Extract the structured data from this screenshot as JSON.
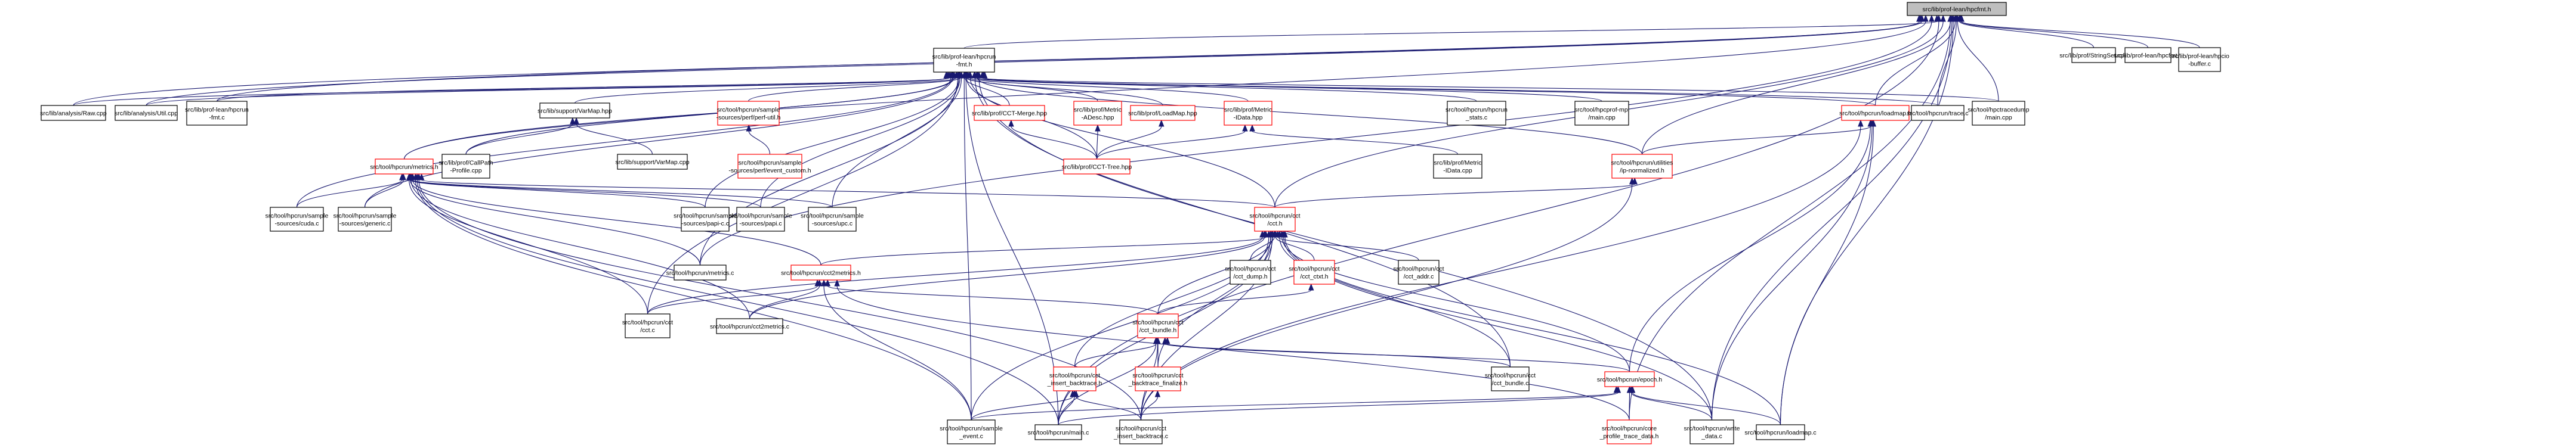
{
  "diagram": {
    "title": "src/lib/prof-lean/hpcfmt.h",
    "type": "include-dependency-graph",
    "colors": {
      "edge": "#191970",
      "root_fill": "#bfbfbf",
      "node_fill": "#ffffff",
      "node_border": "#000000",
      "truncated_border": "#ff0000"
    },
    "nodes": [
      {
        "id": "hpcfmt_h",
        "lines": [
          "src/lib/prof-lean/hpcfmt.h"
        ],
        "kind": "root"
      },
      {
        "id": "hpcrun_fmt_h",
        "lines": [
          "src/lib/prof-lean/hpcrun",
          "-fmt.h"
        ],
        "kind": "normal"
      },
      {
        "id": "raw_cpp",
        "lines": [
          "src/lib/analysis/Raw.cpp"
        ],
        "kind": "normal"
      },
      {
        "id": "util_cpp",
        "lines": [
          "src/lib/analysis/Util.cpp"
        ],
        "kind": "normal"
      },
      {
        "id": "hpcrun_fmt_c",
        "lines": [
          "src/lib/prof-lean/hpcrun",
          "-fmt.c"
        ],
        "kind": "normal"
      },
      {
        "id": "varmap_hpp",
        "lines": [
          "src/lib/support/VarMap.hpp"
        ],
        "kind": "normal"
      },
      {
        "id": "perf_util_h",
        "lines": [
          "src/tool/hpcrun/sample",
          "-sources/perf/perf-util.h"
        ],
        "kind": "truncated"
      },
      {
        "id": "cct_merge_hpp",
        "lines": [
          "src/lib/prof/CCT-Merge.hpp"
        ],
        "kind": "truncated"
      },
      {
        "id": "metric_adesc_hpp",
        "lines": [
          "src/lib/prof/Metric",
          "-ADesc.hpp"
        ],
        "kind": "truncated"
      },
      {
        "id": "loadmap_hpp",
        "lines": [
          "src/lib/prof/LoadMap.hpp"
        ],
        "kind": "truncated"
      },
      {
        "id": "metric_idata_hpp",
        "lines": [
          "src/lib/prof/Metric",
          "-IData.hpp"
        ],
        "kind": "truncated"
      },
      {
        "id": "hpcrun_stats_c",
        "lines": [
          "src/tool/hpcrun/hpcrun",
          "_stats.c"
        ],
        "kind": "normal"
      },
      {
        "id": "hpcprof_mpi_main",
        "lines": [
          "src/tool/hpcprof-mpi",
          "/main.cpp"
        ],
        "kind": "normal"
      },
      {
        "id": "loadmap_h",
        "lines": [
          "src/tool/hpcrun/loadmap.h"
        ],
        "kind": "truncated"
      },
      {
        "id": "trace_c",
        "lines": [
          "src/tool/hpcrun/trace.c"
        ],
        "kind": "normal"
      },
      {
        "id": "hpctracedump_main",
        "lines": [
          "src/tool/hpctracedump",
          "/main.cpp"
        ],
        "kind": "normal"
      },
      {
        "id": "stringset_cpp",
        "lines": [
          "src/lib/prof/StringSet.cpp"
        ],
        "kind": "normal"
      },
      {
        "id": "hpcfmt_c",
        "lines": [
          "src/lib/prof-lean/hpcfmt.c"
        ],
        "kind": "normal"
      },
      {
        "id": "hpcio_buffer_c",
        "lines": [
          "src/lib/prof-lean/hpcio",
          "-buffer.c"
        ],
        "kind": "normal"
      },
      {
        "id": "metrics_h",
        "lines": [
          "src/tool/hpcrun/metrics.h"
        ],
        "kind": "truncated"
      },
      {
        "id": "callpath_profile_cpp",
        "lines": [
          "src/lib/prof/CallPath",
          "-Profile.cpp"
        ],
        "kind": "normal"
      },
      {
        "id": "varmap_cpp",
        "lines": [
          "src/lib/support/VarMap.cpp"
        ],
        "kind": "normal"
      },
      {
        "id": "perf_event_custom_h",
        "lines": [
          "src/tool/hpcrun/sample",
          "-sources/perf/event_custom.h"
        ],
        "kind": "truncated"
      },
      {
        "id": "cct_tree_hpp",
        "lines": [
          "src/lib/prof/CCT-Tree.hpp"
        ],
        "kind": "truncated"
      },
      {
        "id": "metric_idata_cpp",
        "lines": [
          "src/lib/prof/Metric",
          "-IData.cpp"
        ],
        "kind": "normal"
      },
      {
        "id": "ip_normalized_h",
        "lines": [
          "src/tool/hpcrun/utilities",
          "/ip-normalized.h"
        ],
        "kind": "truncated"
      },
      {
        "id": "cuda_c",
        "lines": [
          "src/tool/hpcrun/sample",
          "-sources/cuda.c"
        ],
        "kind": "normal"
      },
      {
        "id": "generic_c",
        "lines": [
          "src/tool/hpcrun/sample",
          "-sources/generic.c"
        ],
        "kind": "normal"
      },
      {
        "id": "papi_c_c",
        "lines": [
          "src/tool/hpcrun/sample",
          "-sources/papi-c.c"
        ],
        "kind": "normal"
      },
      {
        "id": "papi_c",
        "lines": [
          "src/tool/hpcrun/sample",
          "-sources/papi.c"
        ],
        "kind": "normal"
      },
      {
        "id": "upc_c",
        "lines": [
          "src/tool/hpcrun/sample",
          "-sources/upc.c"
        ],
        "kind": "normal"
      },
      {
        "id": "cct_h",
        "lines": [
          "src/tool/hpcrun/cct",
          "/cct.h"
        ],
        "kind": "truncated"
      },
      {
        "id": "metrics_c",
        "lines": [
          "src/tool/hpcrun/metrics.c"
        ],
        "kind": "normal"
      },
      {
        "id": "cct2metrics_h",
        "lines": [
          "src/tool/hpcrun/cct2metrics.h"
        ],
        "kind": "truncated"
      },
      {
        "id": "cct_dump_h",
        "lines": [
          "src/tool/hpcrun/cct",
          "/cct_dump.h"
        ],
        "kind": "normal"
      },
      {
        "id": "cct_ctxt_h",
        "lines": [
          "src/tool/hpcrun/cct",
          "/cct_ctxt.h"
        ],
        "kind": "truncated"
      },
      {
        "id": "cct_addr_c",
        "lines": [
          "src/tool/hpcrun/cct",
          "/cct_addr.c"
        ],
        "kind": "normal"
      },
      {
        "id": "cct_c",
        "lines": [
          "src/tool/hpcrun/cct",
          "/cct.c"
        ],
        "kind": "normal"
      },
      {
        "id": "cct2metrics_c",
        "lines": [
          "src/tool/hpcrun/cct2metrics.c"
        ],
        "kind": "normal"
      },
      {
        "id": "cct_bundle_h",
        "lines": [
          "src/tool/hpcrun/cct",
          "/cct_bundle.h"
        ],
        "kind": "truncated"
      },
      {
        "id": "cct_insert_backtrace_h",
        "lines": [
          "src/tool/hpcrun/cct",
          "_insert_backtrace.h"
        ],
        "kind": "truncated"
      },
      {
        "id": "cct_backtrace_finalize_h",
        "lines": [
          "src/tool/hpcrun/cct",
          "_backtrace_finalize.h"
        ],
        "kind": "truncated"
      },
      {
        "id": "cct_bundle_c",
        "lines": [
          "src/tool/hpcrun/cct",
          "/cct_bundle.c"
        ],
        "kind": "normal"
      },
      {
        "id": "epoch_h",
        "lines": [
          "src/tool/hpcrun/epoch.h"
        ],
        "kind": "truncated"
      },
      {
        "id": "sample_event_c",
        "lines": [
          "src/tool/hpcrun/sample",
          "_event.c"
        ],
        "kind": "normal"
      },
      {
        "id": "main_c",
        "lines": [
          "src/tool/hpcrun/main.c"
        ],
        "kind": "normal"
      },
      {
        "id": "cct_insert_backtrace_c",
        "lines": [
          "src/tool/hpcrun/cct",
          "_insert_backtrace.c"
        ],
        "kind": "normal"
      },
      {
        "id": "core_profile_trace_data_h",
        "lines": [
          "src/tool/hpcrun/core",
          "_profile_trace_data.h"
        ],
        "kind": "truncated"
      },
      {
        "id": "write_data_c",
        "lines": [
          "src/tool/hpcrun/write",
          "_data.c"
        ],
        "kind": "normal"
      },
      {
        "id": "loadmap_c",
        "lines": [
          "src/tool/hpcrun/loadmap.c"
        ],
        "kind": "normal"
      }
    ],
    "edges": [
      [
        "hpcrun_fmt_h",
        "hpcfmt_h"
      ],
      [
        "raw_cpp",
        "hpcfmt_h"
      ],
      [
        "util_cpp",
        "hpcfmt_h"
      ],
      [
        "hpcrun_fmt_c",
        "hpcfmt_h"
      ],
      [
        "loadmap_h",
        "hpcfmt_h"
      ],
      [
        "trace_c",
        "hpcfmt_h"
      ],
      [
        "hpctracedump_main",
        "hpcfmt_h"
      ],
      [
        "stringset_cpp",
        "hpcfmt_h"
      ],
      [
        "hpcfmt_c",
        "hpcfmt_h"
      ],
      [
        "hpcio_buffer_c",
        "hpcfmt_h"
      ],
      [
        "metrics_h",
        "hpcfmt_h"
      ],
      [
        "cct_h",
        "hpcfmt_h"
      ],
      [
        "ip_normalized_h",
        "hpcfmt_h"
      ],
      [
        "metrics_c",
        "hpcfmt_h"
      ],
      [
        "write_data_c",
        "hpcfmt_h"
      ],
      [
        "loadmap_c",
        "hpcfmt_h"
      ],
      [
        "core_profile_trace_data_h",
        "hpcfmt_h"
      ],
      [
        "main_c",
        "hpcfmt_h"
      ],
      [
        "raw_cpp",
        "hpcrun_fmt_h"
      ],
      [
        "util_cpp",
        "hpcrun_fmt_h"
      ],
      [
        "hpcrun_fmt_c",
        "hpcrun_fmt_h"
      ],
      [
        "varmap_hpp",
        "hpcrun_fmt_h"
      ],
      [
        "perf_util_h",
        "hpcrun_fmt_h"
      ],
      [
        "cct_merge_hpp",
        "hpcrun_fmt_h"
      ],
      [
        "metric_adesc_hpp",
        "hpcrun_fmt_h"
      ],
      [
        "loadmap_hpp",
        "hpcrun_fmt_h"
      ],
      [
        "metric_idata_hpp",
        "hpcrun_fmt_h"
      ],
      [
        "hpcrun_stats_c",
        "hpcrun_fmt_h"
      ],
      [
        "hpcprof_mpi_main",
        "hpcrun_fmt_h"
      ],
      [
        "loadmap_h",
        "hpcrun_fmt_h"
      ],
      [
        "trace_c",
        "hpcrun_fmt_h"
      ],
      [
        "hpctracedump_main",
        "hpcrun_fmt_h"
      ],
      [
        "metrics_h",
        "hpcrun_fmt_h"
      ],
      [
        "callpath_profile_cpp",
        "hpcrun_fmt_h"
      ],
      [
        "cct_tree_hpp",
        "hpcrun_fmt_h"
      ],
      [
        "cct_h",
        "hpcrun_fmt_h"
      ],
      [
        "cuda_c",
        "hpcrun_fmt_h"
      ],
      [
        "generic_c",
        "hpcrun_fmt_h"
      ],
      [
        "papi_c_c",
        "hpcrun_fmt_h"
      ],
      [
        "papi_c",
        "hpcrun_fmt_h"
      ],
      [
        "upc_c",
        "hpcrun_fmt_h"
      ],
      [
        "metrics_c",
        "hpcrun_fmt_h"
      ],
      [
        "ip_normalized_h",
        "hpcrun_fmt_h"
      ],
      [
        "sample_event_c",
        "hpcrun_fmt_h"
      ],
      [
        "main_c",
        "hpcrun_fmt_h"
      ],
      [
        "write_data_c",
        "hpcrun_fmt_h"
      ],
      [
        "cct_bundle_c",
        "hpcrun_fmt_h"
      ],
      [
        "cct_c",
        "hpcrun_fmt_h"
      ],
      [
        "callpath_profile_cpp",
        "varmap_hpp"
      ],
      [
        "varmap_cpp",
        "varmap_hpp"
      ],
      [
        "perf_event_custom_h",
        "perf_util_h"
      ],
      [
        "cct_tree_hpp",
        "cct_merge_hpp"
      ],
      [
        "cct_tree_hpp",
        "metric_adesc_hpp"
      ],
      [
        "cct_tree_hpp",
        "loadmap_hpp"
      ],
      [
        "cct_tree_hpp",
        "metric_idata_hpp"
      ],
      [
        "metric_idata_cpp",
        "metric_idata_hpp"
      ],
      [
        "ip_normalized_h",
        "loadmap_h"
      ],
      [
        "epoch_h",
        "loadmap_h"
      ],
      [
        "loadmap_c",
        "loadmap_h"
      ],
      [
        "write_data_c",
        "loadmap_h"
      ],
      [
        "cct_insert_backtrace_c",
        "loadmap_h"
      ],
      [
        "cct_h",
        "ip_normalized_h"
      ],
      [
        "cct_insert_backtrace_c",
        "ip_normalized_h"
      ],
      [
        "cuda_c",
        "metrics_h"
      ],
      [
        "generic_c",
        "metrics_h"
      ],
      [
        "papi_c_c",
        "metrics_h"
      ],
      [
        "papi_c",
        "metrics_h"
      ],
      [
        "upc_c",
        "metrics_h"
      ],
      [
        "metrics_c",
        "metrics_h"
      ],
      [
        "cct2metrics_h",
        "metrics_h"
      ],
      [
        "cct_c",
        "metrics_h"
      ],
      [
        "cct2metrics_c",
        "metrics_h"
      ],
      [
        "sample_event_c",
        "metrics_h"
      ],
      [
        "main_c",
        "metrics_h"
      ],
      [
        "cct_insert_backtrace_c",
        "metrics_h"
      ],
      [
        "cct_h",
        "metrics_h"
      ],
      [
        "cct2metrics_h",
        "cct_h"
      ],
      [
        "cct_dump_h",
        "cct_h"
      ],
      [
        "cct_ctxt_h",
        "cct_h"
      ],
      [
        "cct_addr_c",
        "cct_h"
      ],
      [
        "cct_c",
        "cct_h"
      ],
      [
        "cct_bundle_h",
        "cct_h"
      ],
      [
        "cct_insert_backtrace_h",
        "cct_h"
      ],
      [
        "cct_backtrace_finalize_h",
        "cct_h"
      ],
      [
        "cct_bundle_c",
        "cct_h"
      ],
      [
        "epoch_h",
        "cct_h"
      ],
      [
        "sample_event_c",
        "cct_h"
      ],
      [
        "main_c",
        "cct_h"
      ],
      [
        "cct_insert_backtrace_c",
        "cct_h"
      ],
      [
        "write_data_c",
        "cct_h"
      ],
      [
        "loadmap_c",
        "cct_h"
      ],
      [
        "cct2metrics_c",
        "cct_h"
      ],
      [
        "cct_c",
        "cct2metrics_h"
      ],
      [
        "cct2metrics_c",
        "cct2metrics_h"
      ],
      [
        "sample_event_c",
        "cct2metrics_h"
      ],
      [
        "cct_bundle_h",
        "cct2metrics_h"
      ],
      [
        "core_profile_trace_data_h",
        "cct2metrics_h"
      ],
      [
        "cct_bundle_h",
        "cct_ctxt_h"
      ],
      [
        "cct_insert_backtrace_h",
        "cct_bundle_h"
      ],
      [
        "cct_backtrace_finalize_h",
        "cct_bundle_h"
      ],
      [
        "cct_bundle_c",
        "cct_bundle_h"
      ],
      [
        "epoch_h",
        "cct_bundle_h"
      ],
      [
        "cct_insert_backtrace_c",
        "cct_bundle_h"
      ],
      [
        "main_c",
        "cct_bundle_h"
      ],
      [
        "sample_event_c",
        "cct_insert_backtrace_h"
      ],
      [
        "main_c",
        "cct_insert_backtrace_h"
      ],
      [
        "cct_insert_backtrace_c",
        "cct_insert_backtrace_h"
      ],
      [
        "cct_insert_backtrace_c",
        "cct_backtrace_finalize_h"
      ],
      [
        "core_profile_trace_data_h",
        "epoch_h"
      ],
      [
        "write_data_c",
        "epoch_h"
      ],
      [
        "loadmap_c",
        "epoch_h"
      ],
      [
        "sample_event_c",
        "epoch_h"
      ],
      [
        "main_c",
        "epoch_h"
      ]
    ]
  }
}
